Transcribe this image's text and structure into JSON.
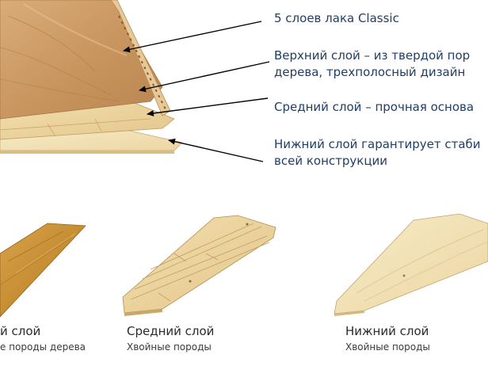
{
  "layers": [
    {
      "lines": [
        "5 слоев лака Classic"
      ]
    },
    {
      "lines": [
        "Верхний слой – из твердой пор",
        "дерева, трехполосный дизайн"
      ]
    },
    {
      "lines": [
        "Средний слой – прочная основа"
      ]
    },
    {
      "lines": [
        "Нижний слой гарантирует стаби",
        "всей конструкции"
      ]
    }
  ],
  "boards": [
    {
      "title": "й слой",
      "subtitle": "е породы дерева"
    },
    {
      "title": "Средний слой",
      "subtitle": "Хвойные породы"
    },
    {
      "title": "Нижний слой",
      "subtitle": "Хвойные породы"
    }
  ]
}
